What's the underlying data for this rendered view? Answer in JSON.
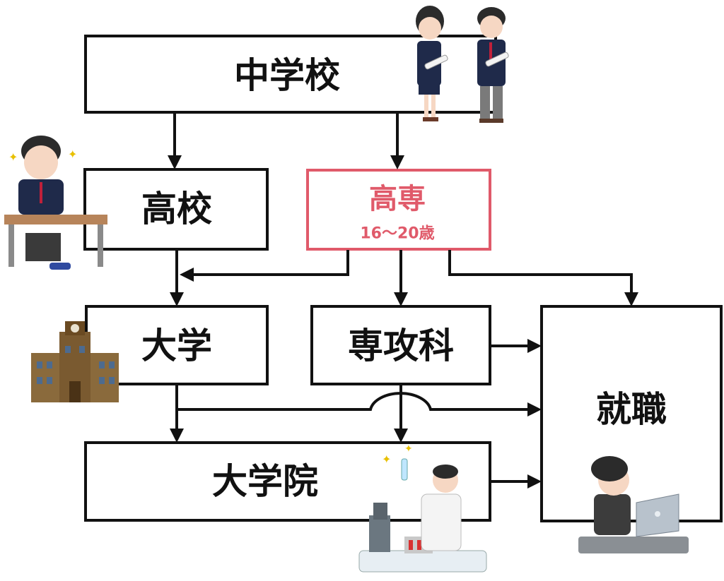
{
  "nodes": {
    "junior_high": {
      "label": "中学校"
    },
    "high_school": {
      "label": "高校"
    },
    "kosen": {
      "label": "高専",
      "sublabel": "16～20歳"
    },
    "university": {
      "label": "大学"
    },
    "advanced_course": {
      "label": "専攻科"
    },
    "employment": {
      "label": "就職"
    },
    "graduate_school": {
      "label": "大学院"
    }
  },
  "colors": {
    "border": "#111111",
    "accent": "#e05a6a"
  },
  "illustrations": [
    "students-graduation-icon",
    "student-at-desk-icon",
    "university-building-icon",
    "scientist-microscope-icon",
    "office-worker-laptop-icon"
  ]
}
